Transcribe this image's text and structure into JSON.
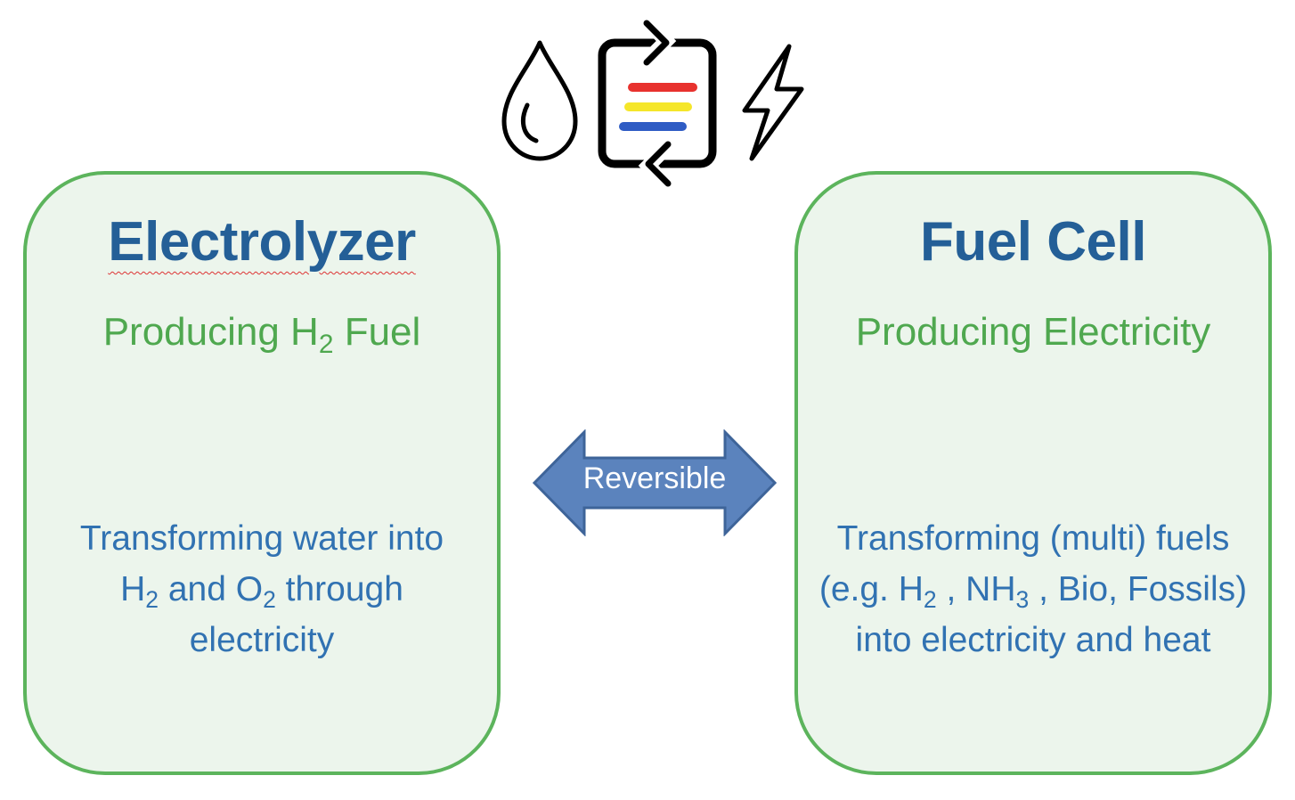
{
  "icons": {
    "left": "water-drop-icon",
    "center": "reversible-cell-icon",
    "right": "lightning-bolt-icon",
    "cell_stripe_colors": [
      "#e8322e",
      "#f5e62a",
      "#2f5cc4"
    ]
  },
  "colors": {
    "box_border": "#5cb45c",
    "box_fill": "#ecf5ec",
    "title": "#245f97",
    "subtitle": "#4fa84f",
    "description": "#3172b2",
    "arrow_fill": "#5b83bd"
  },
  "electrolyzer": {
    "title": "Electrolyzer",
    "subtitle_a": "Producing H",
    "subtitle_sub": "2",
    "subtitle_b": " Fuel",
    "desc_line1": "Transforming water into",
    "desc_l2_a": "H",
    "desc_l2_s1": "2",
    "desc_l2_b": " and O",
    "desc_l2_s2": "2",
    "desc_l2_c": " through",
    "desc_line3": "electricity"
  },
  "fuel_cell": {
    "title": "Fuel Cell",
    "subtitle": "Producing Electricity",
    "desc_line1": "Transforming (multi) fuels",
    "desc_l2_a": "(e.g. H",
    "desc_l2_s1": "2",
    "desc_l2_b": " , NH",
    "desc_l2_s2": "3",
    "desc_l2_c": " , Bio, Fossils)",
    "desc_line3": "into electricity and heat"
  },
  "arrow": {
    "label": "Reversible"
  }
}
